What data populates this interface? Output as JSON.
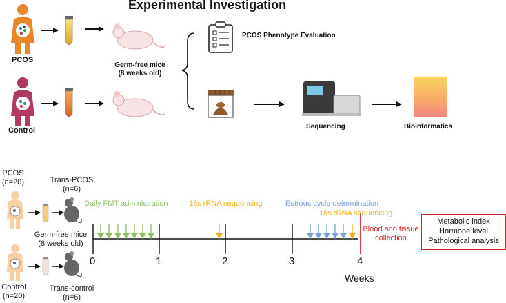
{
  "top": {
    "title": "Experimental Investigation",
    "pcos_label": "PCOS",
    "control_label": "Control",
    "mice_label_line1": "Germ-free mice",
    "mice_label_line2": "(8 weeks old)",
    "phenotype_label": "PCOS Phenotype Evaluation",
    "sequencing_label": "Sequencing",
    "bioinformatics_label": "Bioinformatics"
  },
  "bottom": {
    "pcos_label_line1": "PCOS",
    "pcos_label_line2": "(n=20)",
    "trans_pcos_line1": "Trans-PCOS",
    "trans_pcos_line2": "(n=6)",
    "control_label_line1": "Control",
    "control_label_line2": "(n=20)",
    "trans_control_line1": "Trans-control",
    "trans_control_line2": "(n=6)",
    "mice_label_line1": "Germ-free mice",
    "mice_label_line2": "(8 weeks old)",
    "fmt_label": "Daily FMT administration",
    "rrna_label_1": "16s rRNA  sequencing",
    "estrous_label": "Estrous cycle determination",
    "rrna_label_2": "16s rRNA  sequencing",
    "blood_label_line1": "Blood and tissue",
    "blood_label_line2": "collection",
    "ticks": [
      "0",
      "1",
      "2",
      "3",
      "4"
    ],
    "weeks_label": "Weeks",
    "result_box": [
      "Metabolic index",
      "Hormone level",
      "Pathological analysis"
    ]
  },
  "colors": {
    "green": "#8cc063",
    "yellow": "#f2b11c",
    "blue": "#7aa2db",
    "red": "#d6282a"
  }
}
